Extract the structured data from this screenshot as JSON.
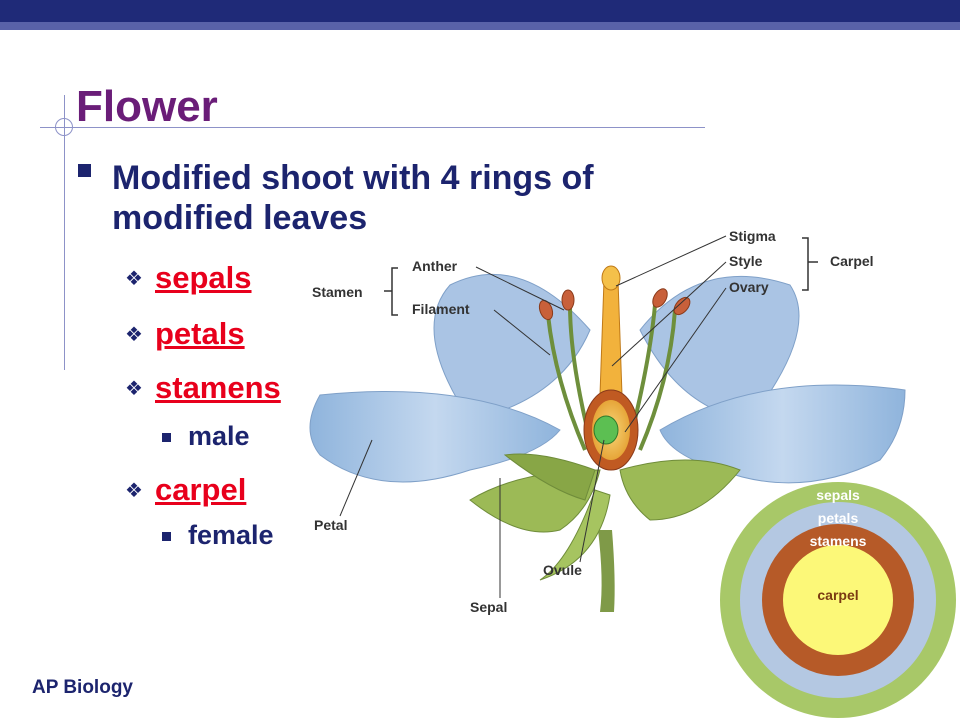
{
  "slide": {
    "title": "Flower",
    "main_bullet": "Modified shoot with 4 rings of modified leaves",
    "sub_bullets": [
      {
        "label": "sepals"
      },
      {
        "label": "petals"
      },
      {
        "label": "stamens",
        "detail": "male"
      },
      {
        "label": "carpel",
        "detail": "female"
      }
    ],
    "footer": "AP Biology"
  },
  "diagram": {
    "labels": {
      "stamen": "Stamen",
      "anther": "Anther",
      "filament": "Filament",
      "stigma": "Stigma",
      "style": "Style",
      "ovary": "Ovary",
      "carpel": "Carpel",
      "petal": "Petal",
      "sepal": "Sepal",
      "ovule": "Ovule"
    },
    "rings": {
      "sepals": "sepals",
      "petals": "petals",
      "stamens": "stamens",
      "carpel": "carpel"
    }
  },
  "colors": {
    "header_bar": "#1f2a78",
    "title": "#6a1d78",
    "bullet_text": "#1c246e",
    "link": "#e8001c",
    "ring_sepals": "#a8c868",
    "ring_petals": "#b4c8e2",
    "ring_stamens": "#b65a28",
    "ring_carpel": "#fcf878"
  }
}
